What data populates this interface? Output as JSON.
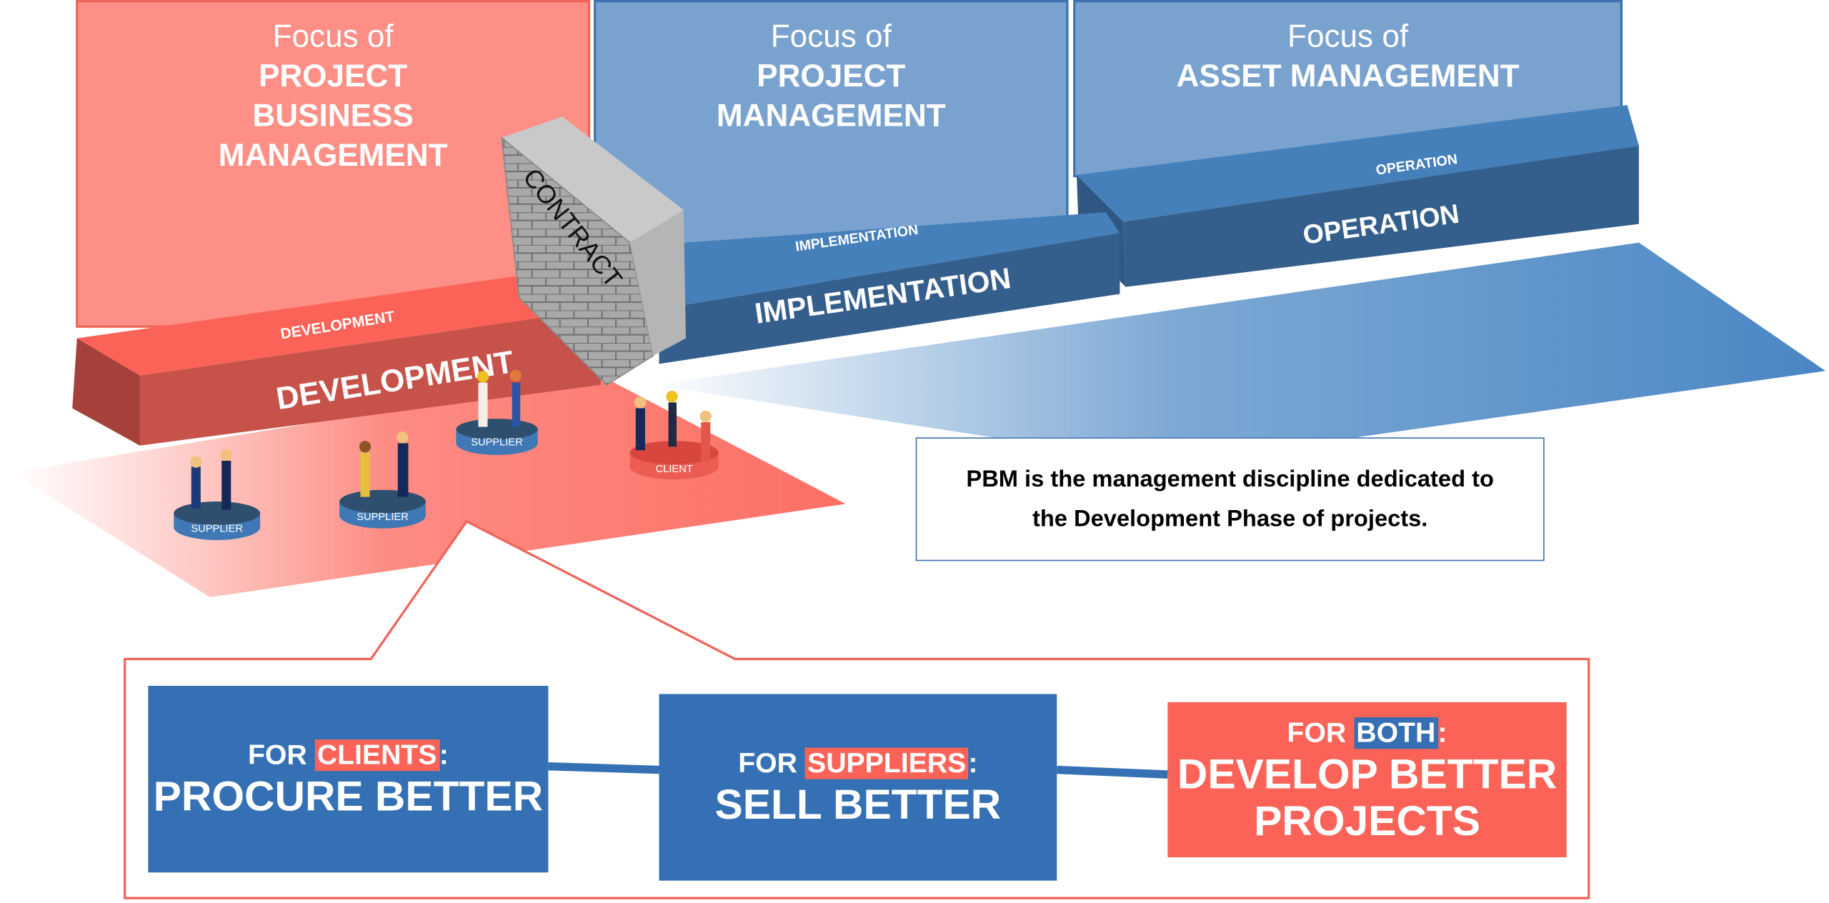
{
  "colors": {
    "red": "#fc6358",
    "pink": "#fd8f86",
    "blue": "#3470b3",
    "light_blue": "#79a2cf",
    "dark_blue": "#345f8c"
  },
  "focus": [
    {
      "prefix": "Focus of",
      "lines": [
        "PROJECT",
        "BUSINESS",
        "MANAGEMENT"
      ]
    },
    {
      "prefix": "Focus of",
      "lines": [
        "PROJECT",
        "MANAGEMENT"
      ]
    },
    {
      "prefix": "Focus of",
      "lines": [
        "ASSET MANAGEMENT"
      ]
    }
  ],
  "phases": [
    {
      "top_label": "DEVELOPMENT",
      "front_label": "DEVELOPMENT"
    },
    {
      "top_label": "IMPLEMENTATION",
      "front_label": "IMPLEMENTATION"
    },
    {
      "top_label": "OPERATION",
      "front_label": "OPERATION"
    }
  ],
  "wall_label": "CONTRACT",
  "pedestals": [
    "SUPPLIER",
    "SUPPLIER",
    "SUPPLIER",
    "CLIENT"
  ],
  "note": {
    "line1": "PBM is the management discipline dedicated to",
    "line2": "the Development Phase of projects."
  },
  "benefits": [
    {
      "pre": "FOR ",
      "highlight": "CLIENTS",
      "post": ":",
      "main": "PROCURE BETTER"
    },
    {
      "pre": "FOR ",
      "highlight": "SUPPLIERS",
      "post": ":",
      "main": "SELL BETTER"
    },
    {
      "pre": "FOR ",
      "highlight": "BOTH",
      "post": ":",
      "main": "DEVELOP BETTER",
      "main2": "PROJECTS"
    }
  ]
}
